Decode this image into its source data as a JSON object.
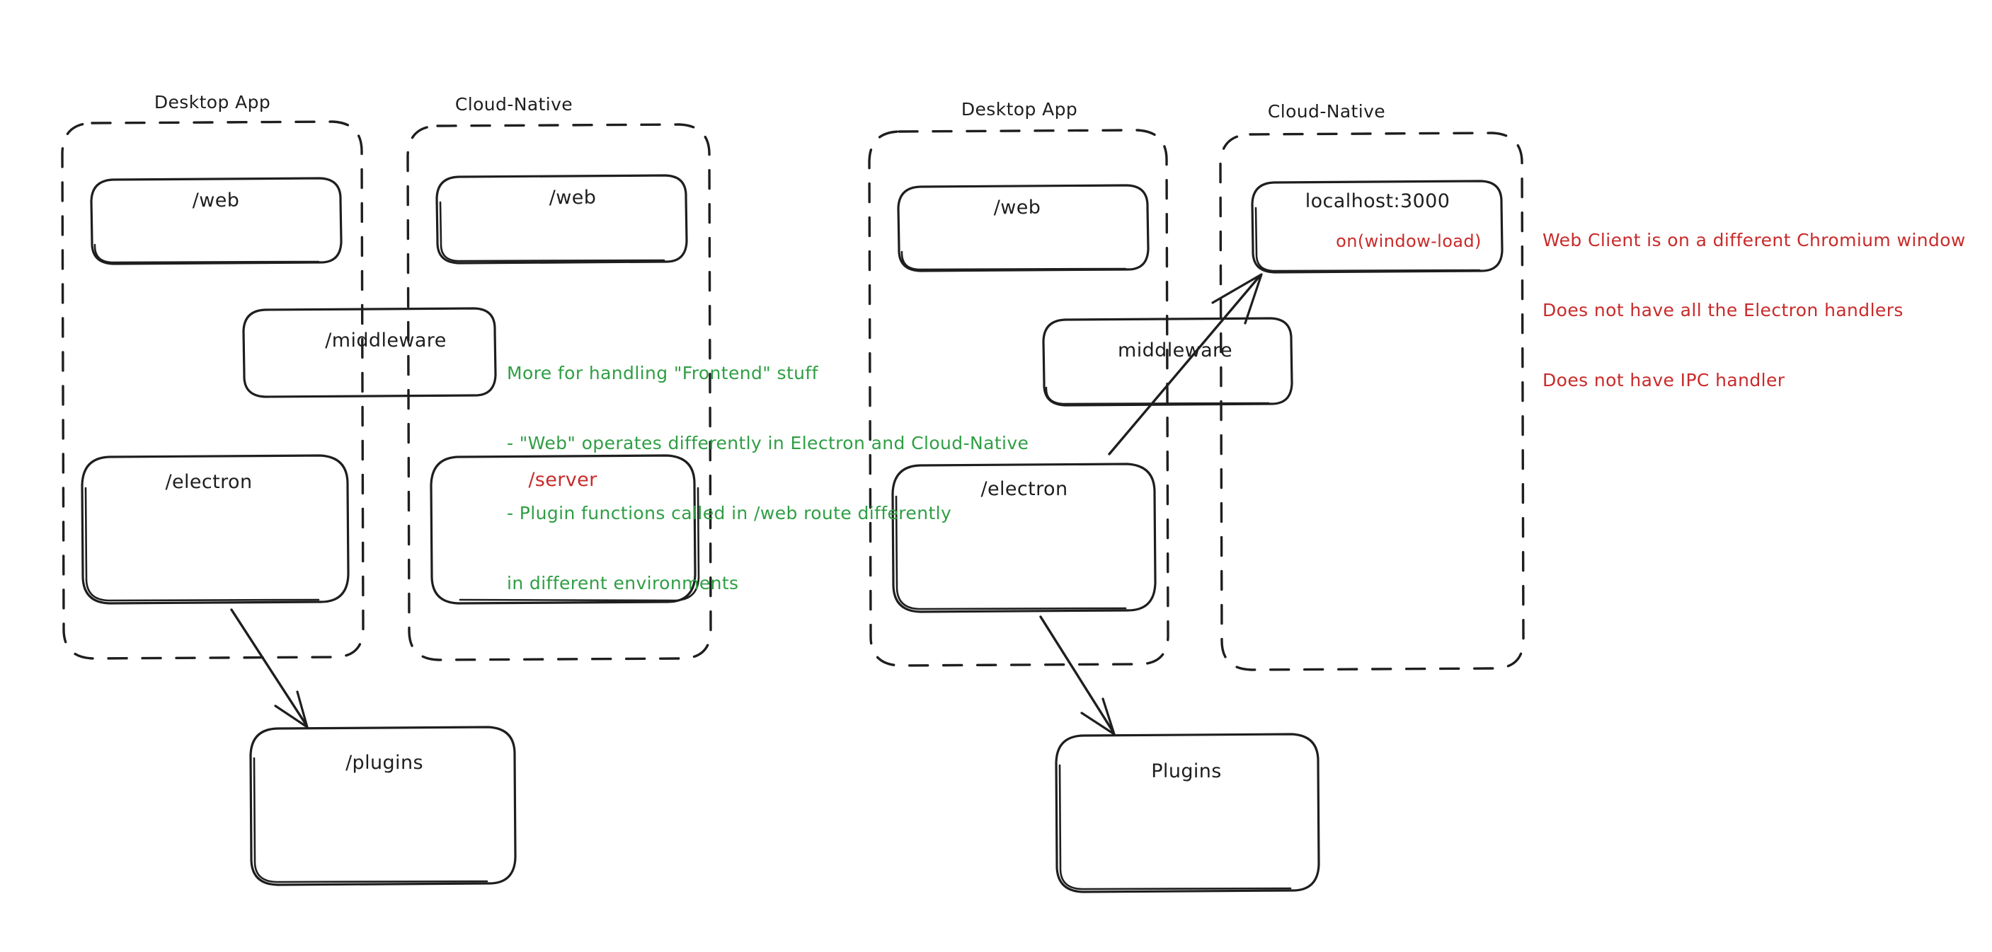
{
  "diagram": {
    "title_hidden": "Electron Desktop App vs Cloud-Native architecture sketch",
    "panels": [
      {
        "id": "left-panel",
        "groups": [
          {
            "id": "left-desktop-app",
            "label": "Desktop App",
            "boxes": [
              {
                "id": "left-desktop-web",
                "label": "/web",
                "color": "#1e1e1e"
              },
              {
                "id": "left-desktop-electron",
                "label": "/electron",
                "color": "#1e1e1e"
              }
            ]
          },
          {
            "id": "left-cloud-native",
            "label": "Cloud-Native",
            "boxes": [
              {
                "id": "left-cloud-web",
                "label": "/web",
                "color": "#1e1e1e"
              },
              {
                "id": "left-cloud-server",
                "label": "/server",
                "color": "#c92a2a"
              }
            ]
          }
        ],
        "shared_boxes": [
          {
            "id": "left-middleware",
            "label": "/middleware",
            "color": "#1e1e1e"
          },
          {
            "id": "left-plugins",
            "label": "/plugins",
            "color": "#1e1e1e"
          }
        ],
        "annotation": {
          "id": "left-note-green",
          "color": "#2f9e44",
          "lines": [
            "More for handling \"Frontend\" stuff",
            "- \"Web\" operates differently in Electron and Cloud-Native",
            "- Plugin functions called in /web route differently",
            "in different environments"
          ]
        }
      },
      {
        "id": "right-panel",
        "groups": [
          {
            "id": "right-desktop-app",
            "label": "Desktop App",
            "boxes": [
              {
                "id": "right-desktop-web",
                "label": "/web",
                "color": "#1e1e1e"
              },
              {
                "id": "right-desktop-electron",
                "label": "/electron",
                "color": "#1e1e1e"
              }
            ]
          },
          {
            "id": "right-cloud-native",
            "label": "Cloud-Native",
            "boxes": [
              {
                "id": "right-cloud-localhost",
                "label": "localhost:3000",
                "color": "#1e1e1e",
                "sublabel": "on(window-load)",
                "sublabel_color": "#c92a2a"
              }
            ]
          }
        ],
        "shared_boxes": [
          {
            "id": "right-middleware",
            "label": "middleware",
            "color": "#1e1e1e"
          },
          {
            "id": "right-plugins",
            "label": "Plugins",
            "color": "#1e1e1e"
          }
        ],
        "annotation": {
          "id": "right-note-red",
          "color": "#c92a2a",
          "lines": [
            "Web Client is on a different Chromium window",
            "Does not have all the Electron handlers",
            "Does not have IPC handler"
          ]
        }
      }
    ],
    "colors": {
      "stroke": "#1e1e1e",
      "green_note": "#2f9e44",
      "red_note": "#c92a2a",
      "background": "#ffffff"
    }
  }
}
